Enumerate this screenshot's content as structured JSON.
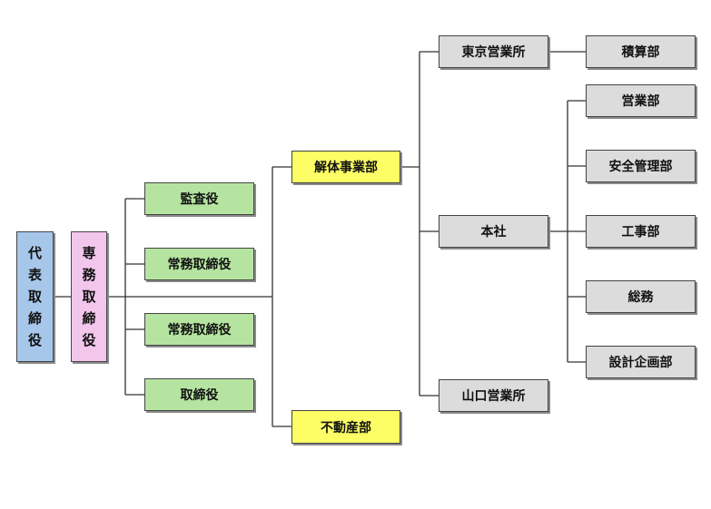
{
  "colors": {
    "executive": "#a7c7ea",
    "managing": "#f3c6ec",
    "officer": "#b5e4a0",
    "division": "#fdfd66",
    "office": "#dcdcdc",
    "line": "#333333"
  },
  "org": {
    "president": "代表取締役",
    "managing_director": "専務取締役",
    "officers": {
      "auditor": "監査役",
      "managing_director_1": "常務取締役",
      "managing_director_2": "常務取締役",
      "director": "取締役"
    },
    "divisions": {
      "demolition": "解体事業部",
      "real_estate": "不動産部"
    },
    "offices": {
      "tokyo": "東京営業所",
      "head_office": "本社",
      "yamaguchi": "山口営業所"
    },
    "departments": {
      "estimation": "積算部",
      "sales": "営業部",
      "safety": "安全管理部",
      "construction": "工事部",
      "general_affairs": "総務",
      "design_planning": "設計企画部"
    }
  }
}
